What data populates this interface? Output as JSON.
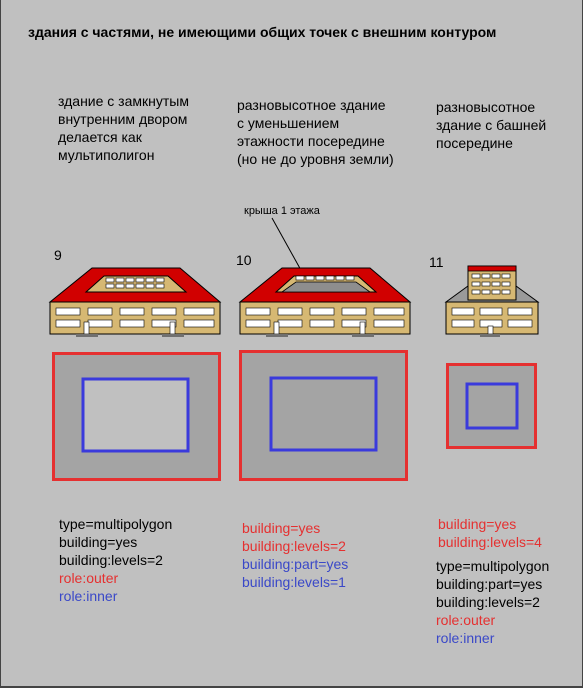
{
  "title": "здания с частями, не имеющими общих точек с внешним контуром",
  "colors": {
    "background": "#c0c0c0",
    "outer_outline": "#e53030",
    "inner_outline": "#3a3adc",
    "fill_gray": "#a4a4a4",
    "fill_light": "#c0c0c0",
    "roof_red": "#d10000",
    "wall_tan": "#d6b873",
    "tag_black": "#000000",
    "tag_red": "#e53030",
    "tag_blue": "#3a48c8"
  },
  "example_9": {
    "number": "9",
    "description": [
      "здание с замкнутым",
      "внутренним двором",
      "делается как",
      "мультиполигон"
    ],
    "tags": [
      {
        "text": "type=multipolygon",
        "color": "black"
      },
      {
        "text": "building=yes",
        "color": "black"
      },
      {
        "text": "building:levels=2",
        "color": "black"
      },
      {
        "text": "role:outer",
        "color": "red"
      },
      {
        "text": "role:inner",
        "color": "blue"
      }
    ]
  },
  "example_10": {
    "number": "10",
    "description": [
      "разновысотное здание",
      "с уменьшением",
      "этажности посередине",
      "(но не до уровня земли)"
    ],
    "callout": "крыша 1 этажа",
    "tags": [
      {
        "text": "building=yes",
        "color": "red"
      },
      {
        "text": "building:levels=2",
        "color": "red"
      },
      {
        "text": "building:part=yes",
        "color": "blue"
      },
      {
        "text": "building:levels=1",
        "color": "blue"
      }
    ]
  },
  "example_11": {
    "number": "11",
    "description": [
      "разновысотное",
      "здание с башней",
      "посередине"
    ],
    "tags_top": [
      {
        "text": "building=yes",
        "color": "red"
      },
      {
        "text": "building:levels=4",
        "color": "red"
      }
    ],
    "tags_bottom": [
      {
        "text": "type=multipolygon",
        "color": "black"
      },
      {
        "text": "building:part=yes",
        "color": "black"
      },
      {
        "text": "building:levels=2",
        "color": "black"
      },
      {
        "text": "role:outer",
        "color": "red"
      },
      {
        "text": "role:inner",
        "color": "blue"
      }
    ]
  }
}
